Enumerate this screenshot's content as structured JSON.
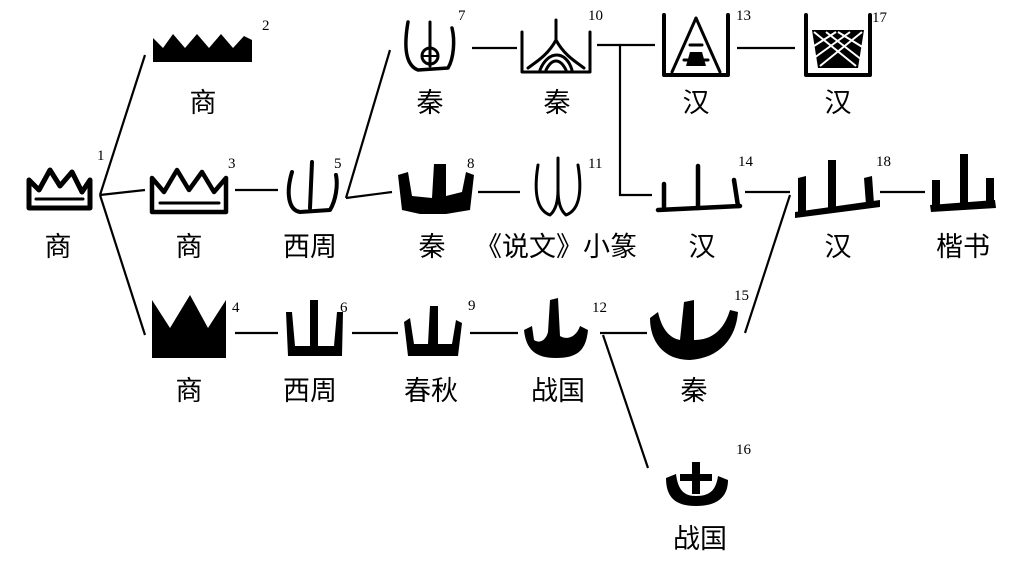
{
  "nodes": [
    {
      "id": "root",
      "label": "商",
      "number": ""
    },
    {
      "id": "n2",
      "label": "商",
      "number": "2"
    },
    {
      "id": "n3",
      "label": "商",
      "number": "3"
    },
    {
      "id": "n4",
      "label": "商",
      "number": "4"
    },
    {
      "id": "n5",
      "label": "西周",
      "number": "5"
    },
    {
      "id": "n6",
      "label": "西周",
      "number": "6"
    },
    {
      "id": "n7",
      "label": "秦",
      "number": "7"
    },
    {
      "id": "n8",
      "label": "秦",
      "number": "8"
    },
    {
      "id": "n9",
      "label": "春秋",
      "number": "9"
    },
    {
      "id": "n10",
      "label": "秦",
      "number": "10"
    },
    {
      "id": "n11",
      "label": "《说文》小篆",
      "number": "11"
    },
    {
      "id": "n12",
      "label": "战国",
      "number": "12"
    },
    {
      "id": "n13",
      "label": "汉",
      "number": "13"
    },
    {
      "id": "n14",
      "label": "汉",
      "number": "14"
    },
    {
      "id": "n15",
      "label": "秦",
      "number": "15"
    },
    {
      "id": "n16",
      "label": "战国",
      "number": "16"
    },
    {
      "id": "n17",
      "label": "汉",
      "number": "17"
    },
    {
      "id": "n18",
      "label": "汉",
      "number": "18"
    },
    {
      "id": "n19",
      "label": "楷书",
      "number": ""
    }
  ],
  "root_number": "1",
  "glyphs": {
    "n7": "隶书山字形",
    "n10": "隶书山字形",
    "n13": "隶书山字形",
    "n17": "隶书山字形",
    "n19": "山"
  }
}
